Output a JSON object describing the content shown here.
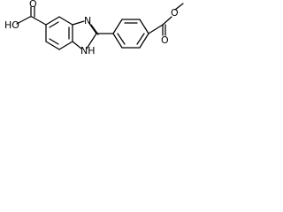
{
  "labels": {
    "carboxylic_acid": "HO",
    "acid_carbonyl_oxygen": "O",
    "imidazole_nitrogen": "N",
    "imidazole_nh": "NH",
    "ester_carbonyl_oxygen": "O",
    "ester_oxygen": "O"
  },
  "colors": {
    "background": "#ffffff",
    "ink": "#000000"
  }
}
